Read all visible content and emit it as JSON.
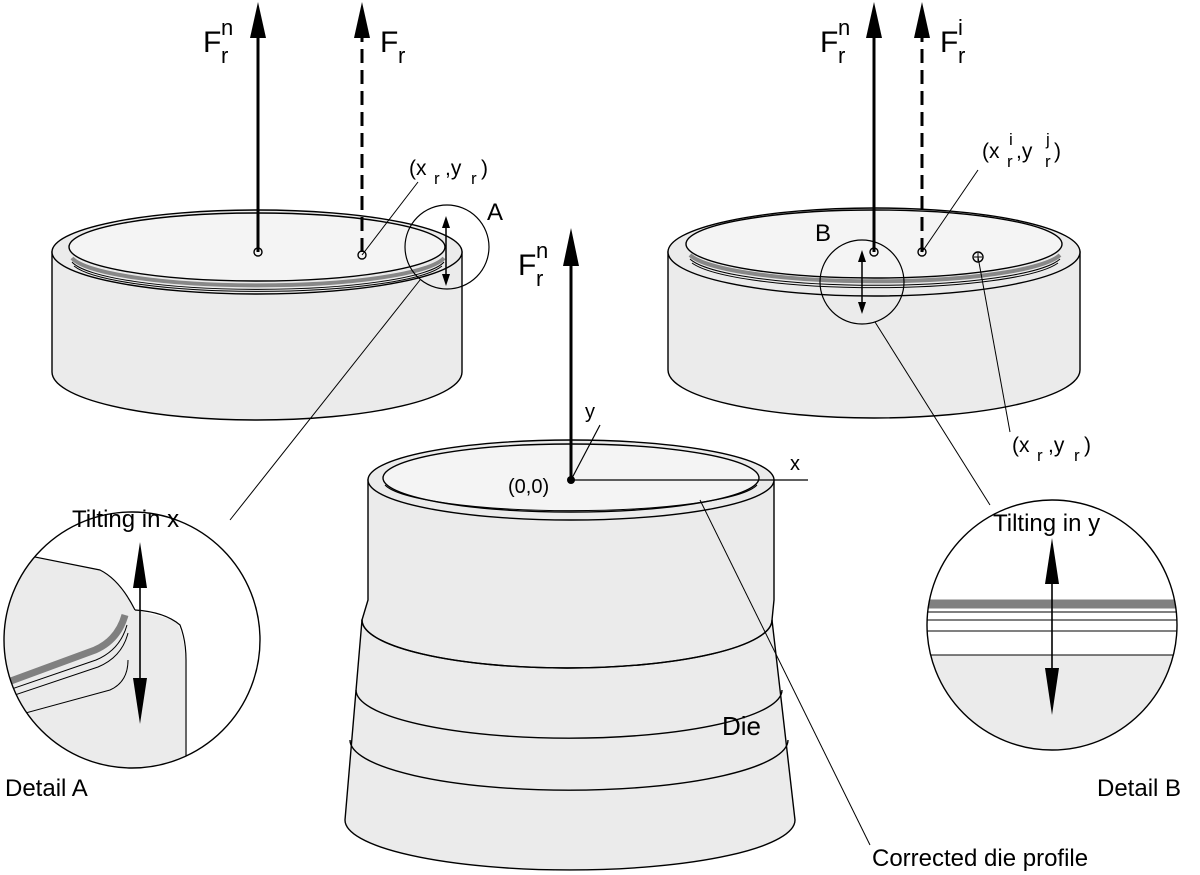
{
  "labels": {
    "F": "F",
    "sub_r": "r",
    "sup_n": "n",
    "sup_i": "i",
    "sup_j": "j",
    "coord_open": "(x",
    "coord_comma_y": ",y",
    "coord_close": ")",
    "coord_i_comma": " ,y",
    "detail_A_marker": "A",
    "detail_B_marker": "B",
    "origin": "(0,0)",
    "axis_x": "x",
    "axis_y": "y",
    "tilting_x": "Tilting in x",
    "tilting_y": "Tilting in y",
    "detail_A": "Detail A",
    "detail_B": "Detail B",
    "die": "Die",
    "corrected_profile": "Corrected die profile"
  },
  "colors": {
    "line": "#000000",
    "body_fill": "#ebebeb",
    "profile_dark": "#808080",
    "background": "#ffffff"
  }
}
